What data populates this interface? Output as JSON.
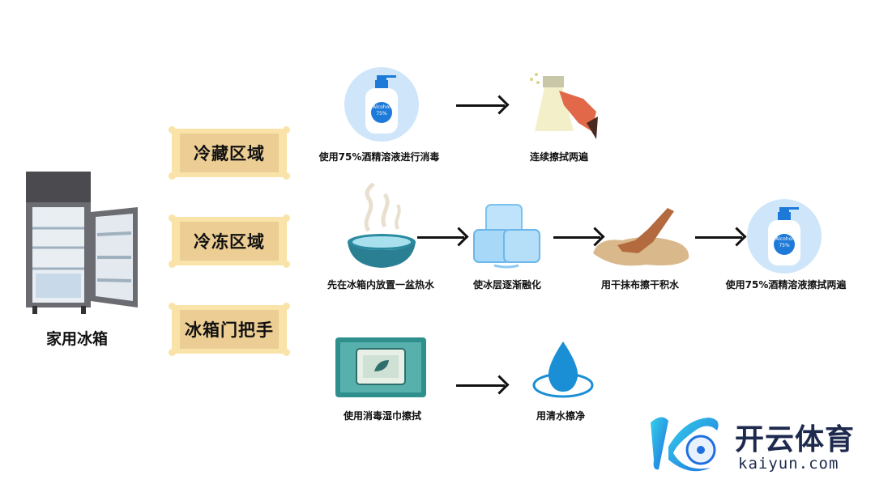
{
  "fridge": {
    "label": "家用冰箱"
  },
  "zones": [
    "冷藏区域",
    "冷冻区域",
    "冰箱门把手"
  ],
  "row1": {
    "steps": [
      "使用75%酒精溶液进行消毒",
      "连续擦拭两遍"
    ]
  },
  "row2": {
    "steps": [
      "先在冰箱内放置一盆热水",
      "使冰层逐渐融化",
      "用干抹布擦干积水",
      "使用75%酒精溶液擦拭两遍"
    ]
  },
  "row3": {
    "steps": [
      "使用消毒湿巾擦拭",
      "用清水擦净"
    ]
  },
  "bottle": {
    "line1": "Alcohol",
    "line2": "75%"
  },
  "logo": {
    "name": "开云体育",
    "domain": "kaiyun.com"
  },
  "colors": {
    "scroll": "#eccd93",
    "accent": "#1e7ad8",
    "logo_text": "#1d2a4d"
  }
}
